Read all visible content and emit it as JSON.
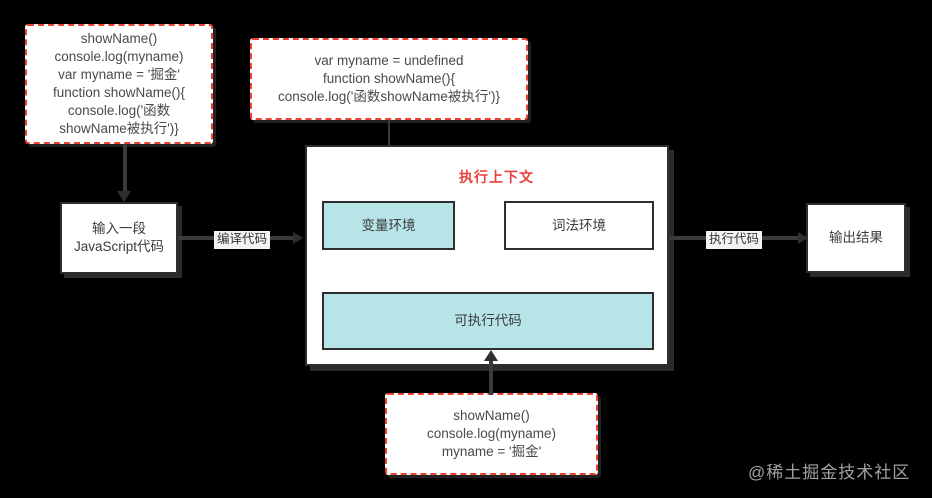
{
  "diagram": {
    "title_context": "执行上下文",
    "watermark": "@稀土掘金技术社区",
    "nodes": {
      "source_code": "showName()\nconsole.log(myname)\nvar myname = '掘金'\nfunction showName(){\nconsole.log('函数\nshowName被执行')}",
      "compiled_code": "var myname = undefined\nfunction showName(){\nconsole.log('函数showName被执行')}",
      "input": "输入一段\nJavaScript代码",
      "variable_env": "变量环境",
      "lexical_env": "词法环境",
      "executable_code": "可执行代码",
      "runtime_code": "showName()\nconsole.log(myname)\nmyname = '掘金'",
      "output": "输出结果"
    },
    "edge_labels": {
      "compile": "编译代码",
      "execute": "执行代码"
    },
    "colors": {
      "dashed_border": "#f0402f",
      "solid_border": "#2e2e2e",
      "cyan_fill": "#b7e4e6",
      "context_title": "#e8403a",
      "background": "#000000"
    }
  }
}
